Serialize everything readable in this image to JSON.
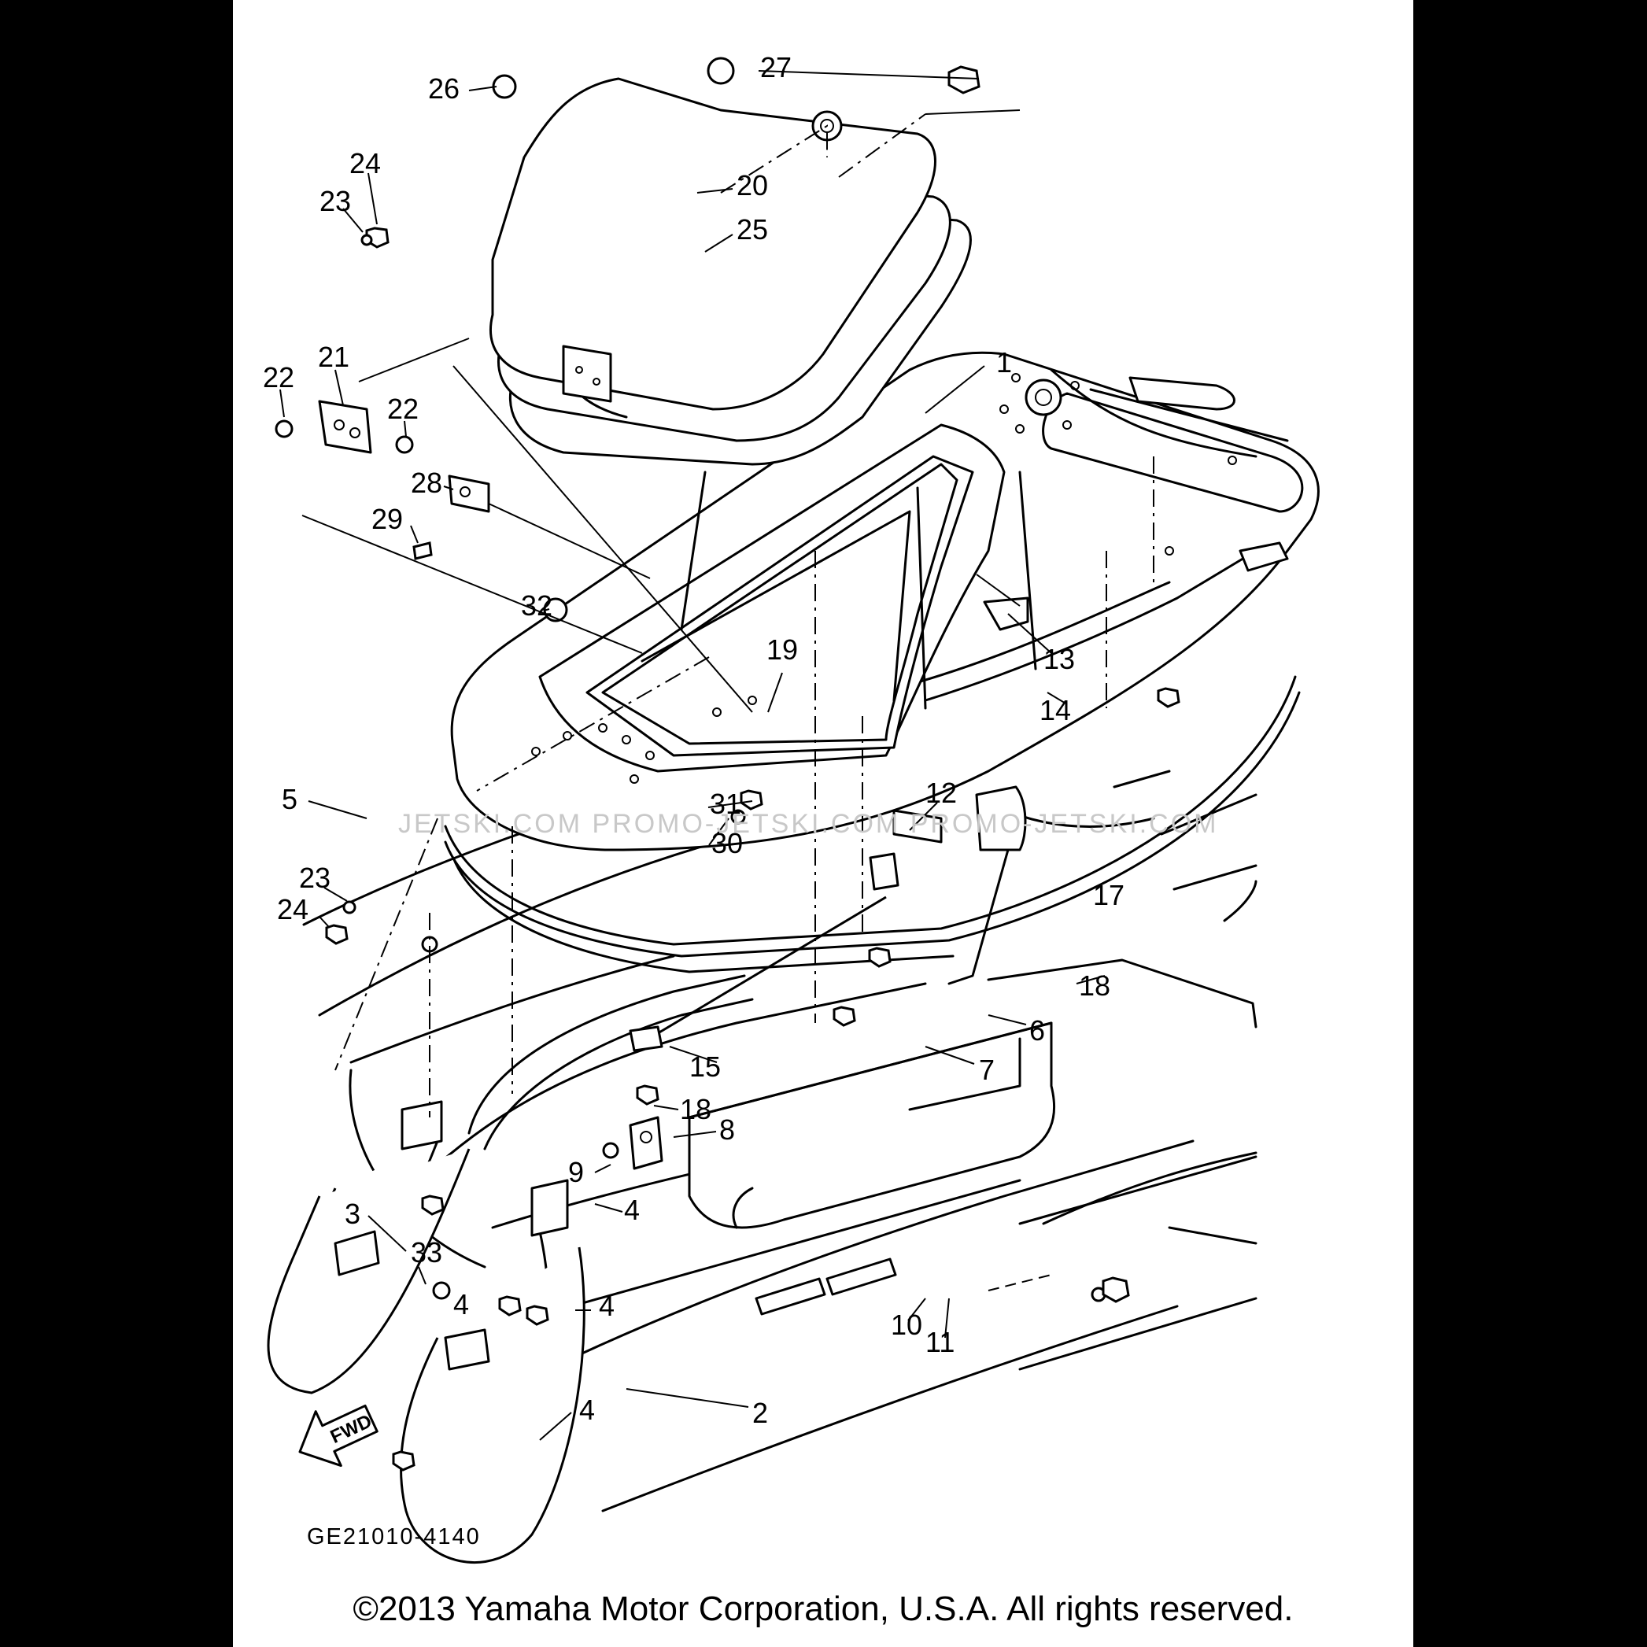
{
  "diagram": {
    "code": "GE21010-4140",
    "fwd_label": "FWD",
    "watermark": "JETSKI.COM   PROMO-JETSKI.COM  PROMO-JETSKI.COM",
    "copyright": "©2013 Yamaha Motor Corporation, U.S.A. All rights reserved.",
    "callouts": [
      "1",
      "2",
      "3",
      "4",
      "4",
      "4",
      "4",
      "5",
      "6",
      "7",
      "8",
      "9",
      "10",
      "11",
      "12",
      "13",
      "14",
      "15",
      "17",
      "18",
      "18",
      "19",
      "20",
      "21",
      "22",
      "22",
      "23",
      "23",
      "24",
      "24",
      "25",
      "26",
      "27",
      "28",
      "29",
      "30",
      "31",
      "32",
      "33"
    ]
  }
}
